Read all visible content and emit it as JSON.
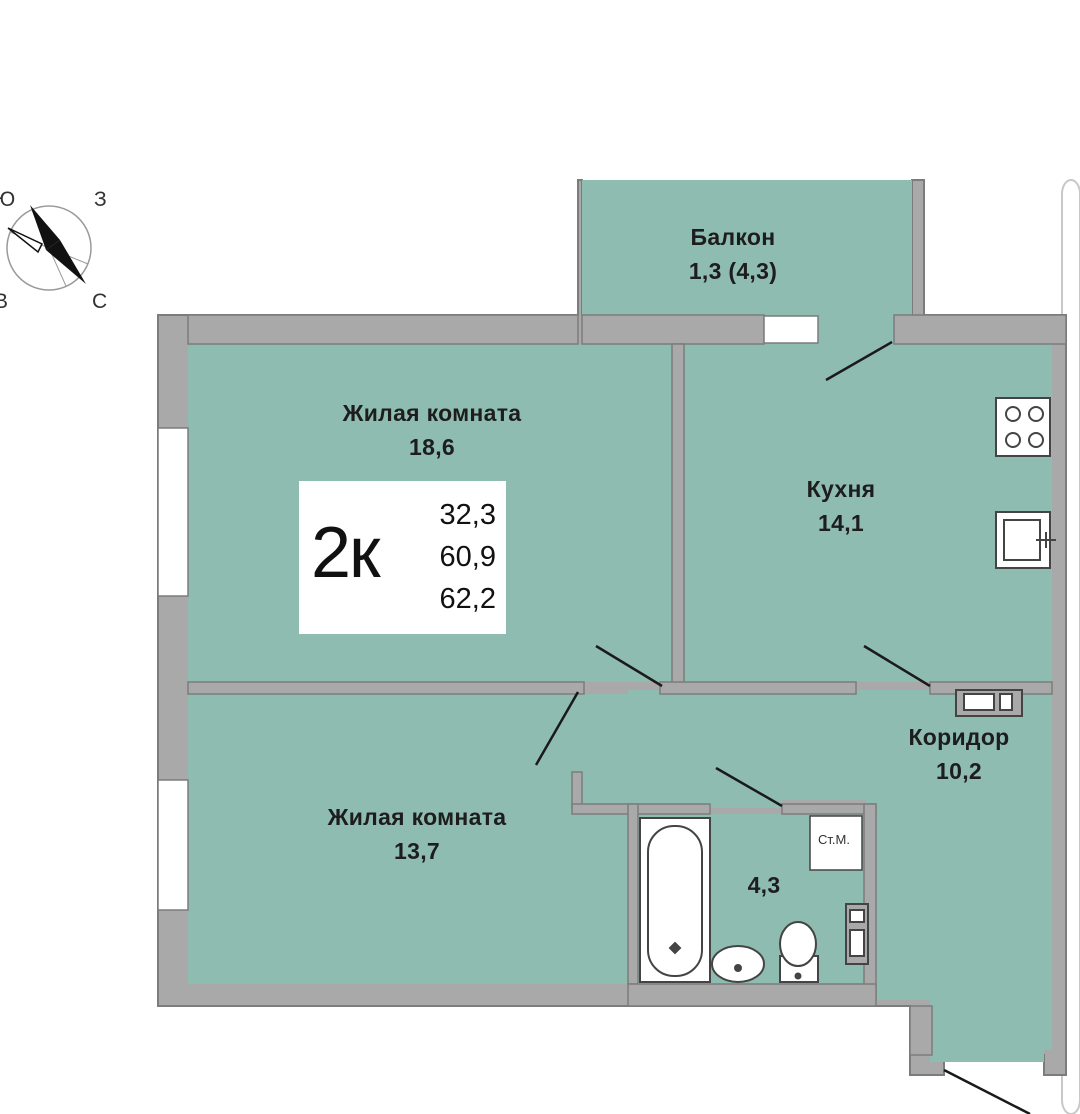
{
  "compass": {
    "letters": {
      "west": "Ю",
      "east": "З",
      "south_west": "В",
      "south_east": "С"
    }
  },
  "info": {
    "type": "2к",
    "living_area": "32,3",
    "total_area": "60,9",
    "total_with_balcony": "62,2"
  },
  "rooms": {
    "balcony": {
      "name": "Балкон",
      "area": "1,3 (4,3)"
    },
    "living1": {
      "name": "Жилая комната",
      "area": "18,6"
    },
    "kitchen": {
      "name": "Кухня",
      "area": "14,1"
    },
    "corridor": {
      "name": "Коридор",
      "area": "10,2"
    },
    "living2": {
      "name": "Жилая комната",
      "area": "13,7"
    },
    "bathroom": {
      "area": "4,3"
    },
    "washer_label": "Ст.М."
  },
  "colors": {
    "room_fill": "#8fbcb1",
    "wall": "#a9a9a9",
    "wall_edge": "#7c7c7c"
  }
}
